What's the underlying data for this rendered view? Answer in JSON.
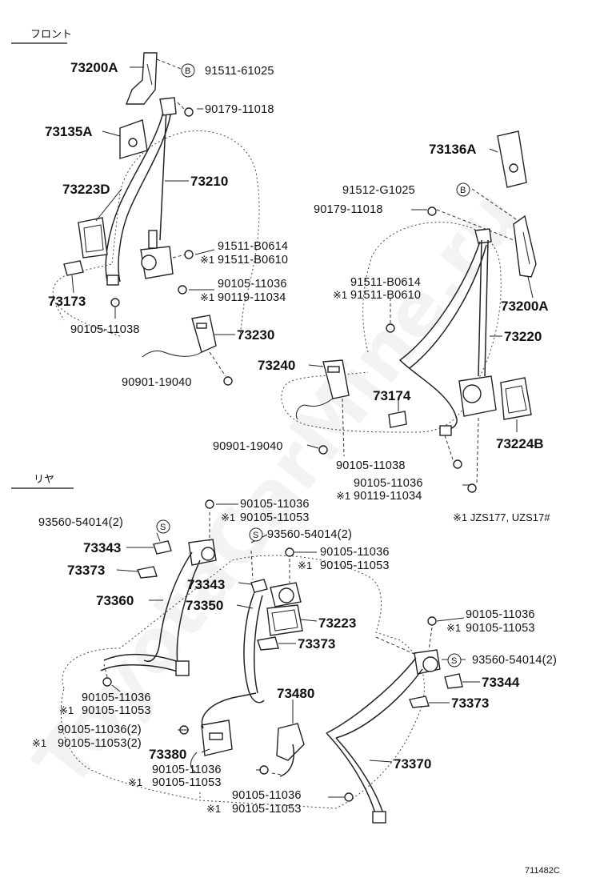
{
  "watermark": "ToyotaCarMine.ru",
  "sections": {
    "front": "フロント",
    "rear": "リヤ"
  },
  "footnote": "※1 JZS177, UZS17#",
  "footnote_mark": "※1",
  "code": "711482C",
  "badges": {
    "b": "B",
    "s": "S"
  },
  "labels": {
    "front": {
      "r73200a_left": "73200A",
      "p91511_61025": "91511-61025",
      "p90179_11018_top": "90179-11018",
      "r73135a": "73135A",
      "r73210": "73210",
      "r73223d": "73223D",
      "p91511_b0614_left": "91511-B0614",
      "p91511_b0610_left": "91511-B0610",
      "p90105_11036_left": "90105-11036",
      "p90119_11034_left": "90119-11034",
      "r73173": "73173",
      "p90105_11038_left": "90105-11038",
      "r73230": "73230",
      "p90901_19040_left": "90901-19040",
      "r73136a": "73136A",
      "p91512_g1025": "91512-G1025",
      "p90179_11018_right": "90179-11018",
      "p91511_b0614_right": "91511-B0614",
      "p91511_b0610_right": "91511-B0610",
      "r73200a_right": "73200A",
      "r73220": "73220",
      "r73240": "73240",
      "r73174": "73174",
      "r73224b": "73224B",
      "p90901_19040_right": "90901-19040",
      "p90105_11038_right": "90105-11038",
      "p90105_11036_right": "90105-11036",
      "p90119_11034_right": "90119-11034"
    },
    "rear": {
      "p90105_11036_a": "90105-11036",
      "p90105_11053_a": "90105-11053",
      "p93560_54014_2_left": "93560-54014(2)",
      "r73343_left": "73343",
      "p93560_54014_2_mid": "93560-54014(2)",
      "p90105_11036_b": "90105-11036",
      "p90105_11053_b": "90105-11053",
      "r73373_left": "73373",
      "r73343_mid": "73343",
      "r73360": "73360",
      "r73350": "73350",
      "r73223": "73223",
      "p90105_11036_c": "90105-11036",
      "p90105_11053_c": "90105-11053",
      "r73373_mid": "73373",
      "p93560_54014_2_right": "93560-54014(2)",
      "r73344": "73344",
      "r73373_right": "73373",
      "p90105_11036_d": "90105-11036",
      "p90105_11053_d": "90105-11053",
      "r73480": "73480",
      "p90105_11036_2": "90105-11036(2)",
      "p90105_11053_2": "90105-11053(2)",
      "r73380": "73380",
      "p90105_11036_e": "90105-11036",
      "p90105_11053_e": "90105-11053",
      "r73370": "73370",
      "p90105_11036_f": "90105-11036",
      "p90105_11053_f": "90105-11053"
    }
  }
}
